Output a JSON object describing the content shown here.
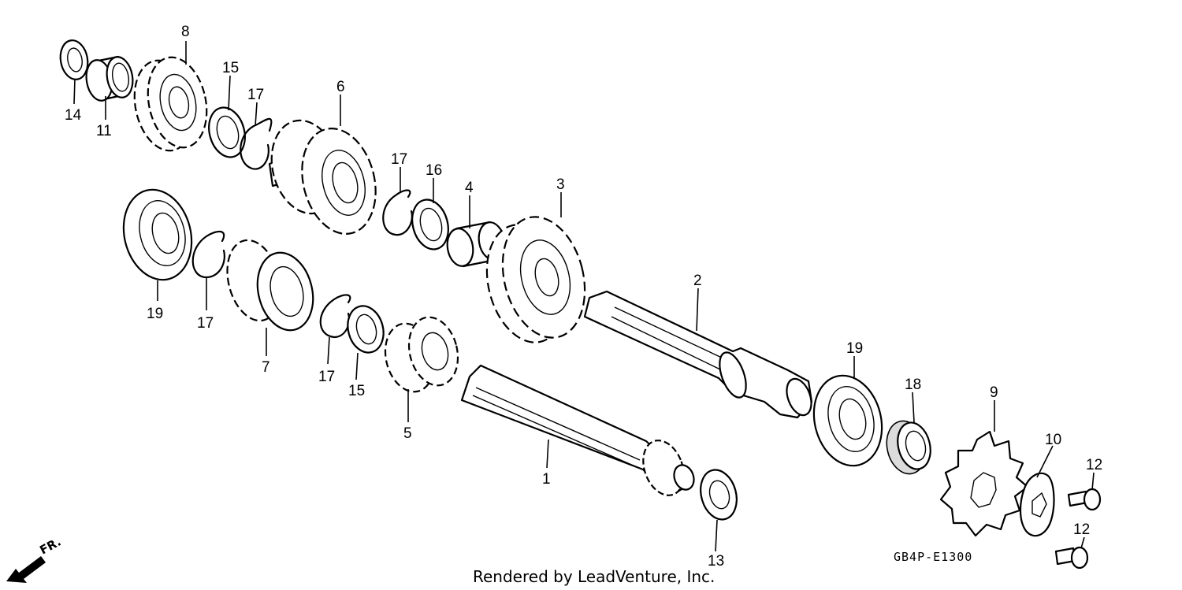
{
  "diagram": {
    "callouts": [
      "1",
      "2",
      "3",
      "4",
      "5",
      "6",
      "7",
      "8",
      "9",
      "10",
      "11",
      "12",
      "12",
      "13",
      "14",
      "15",
      "15",
      "16",
      "17",
      "17",
      "17",
      "17",
      "18",
      "19",
      "19"
    ],
    "diagram_code": "GB4P-E1300",
    "direction_label": "FR.",
    "credit": "Rendered by LeadVenture, Inc."
  }
}
